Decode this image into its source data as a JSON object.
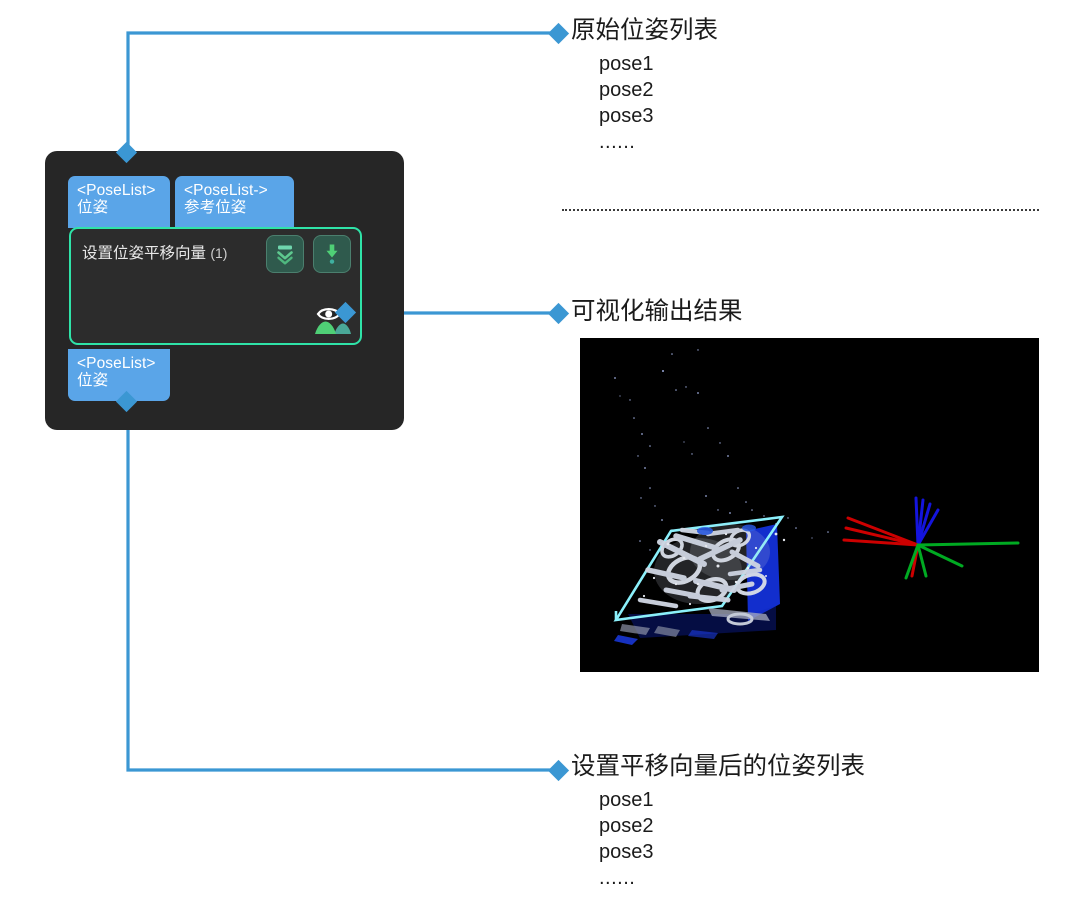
{
  "page": {
    "background": "#ffffff",
    "accent_blue": "#3b97d3",
    "node_select_green": "#2fe3a8",
    "port_blue": "#5aa5e8",
    "node_bg": "#262626"
  },
  "node": {
    "title": "设置位姿平移向量",
    "index_label": "(1)",
    "input_ports": [
      {
        "type": "<PoseList>",
        "name": "位姿"
      },
      {
        "type": "<PoseList->",
        "name": "参考位姿"
      }
    ],
    "output_ports": [
      {
        "type": "<PoseList>",
        "name": "位姿"
      }
    ],
    "buttons": [
      {
        "icon": "collapse-chevrons-icon",
        "tooltip": "折叠"
      },
      {
        "icon": "down-arrow-exclaim-icon",
        "tooltip": "输出"
      }
    ],
    "visualization_icon": "eye-image-icon"
  },
  "callouts": {
    "top": {
      "title": "原始位姿列表",
      "items": [
        "pose1",
        "pose2",
        "pose3",
        "......"
      ]
    },
    "middle": {
      "title": "可视化输出结果"
    },
    "bottom": {
      "title": "设置平移向量后的位姿列表",
      "items": [
        "pose1",
        "pose2",
        "pose3",
        "......"
      ]
    }
  },
  "viewport": {
    "background": "#000000",
    "scene": "point-cloud-of-bin-with-connecting-rods-and-pose-axes",
    "axis_colors": {
      "x": "#cc0000",
      "y": "#00aa22",
      "z": "#1414dd"
    },
    "plate_outline_color": "#7fe8f5"
  }
}
